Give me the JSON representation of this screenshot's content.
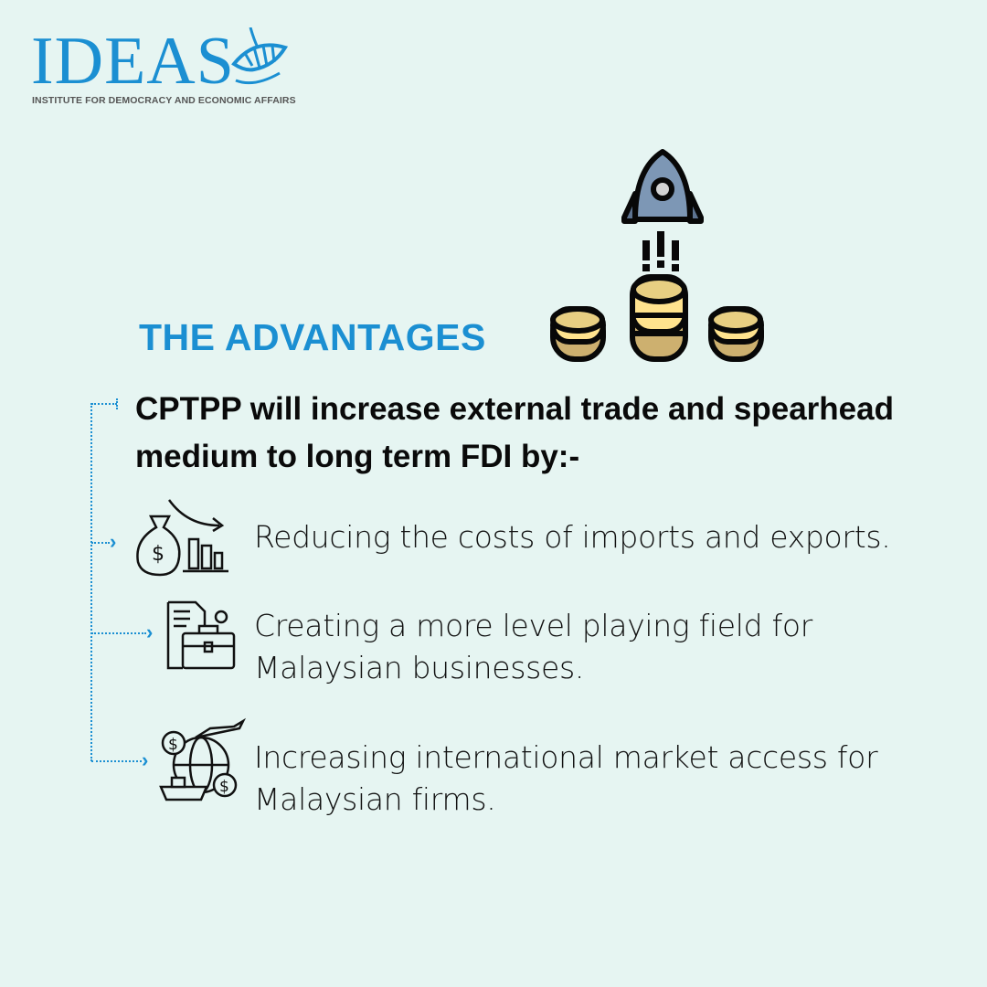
{
  "logo": {
    "name": "IDEAS",
    "subtitle": "INSTITUTE FOR DEMOCRACY AND ECONOMIC AFFAIRS"
  },
  "heading": "THE ADVANTAGES",
  "intro": "CPTPP will increase external trade and spearhead medium to long term FDI by:-",
  "items": [
    {
      "icon": "money-bag-declining-chart-icon",
      "text": "Reducing the costs of imports and exports."
    },
    {
      "icon": "briefcase-document-icon",
      "text": "Creating a more level playing field for Malaysian businesses."
    },
    {
      "icon": "global-trade-icon",
      "text": "Increasing international market access for Malaysian firms."
    }
  ],
  "colors": {
    "accent": "#1b8fd2",
    "background": "#e6f5f2",
    "coin": "#e8cf82",
    "rocket": "#7d97b5"
  }
}
